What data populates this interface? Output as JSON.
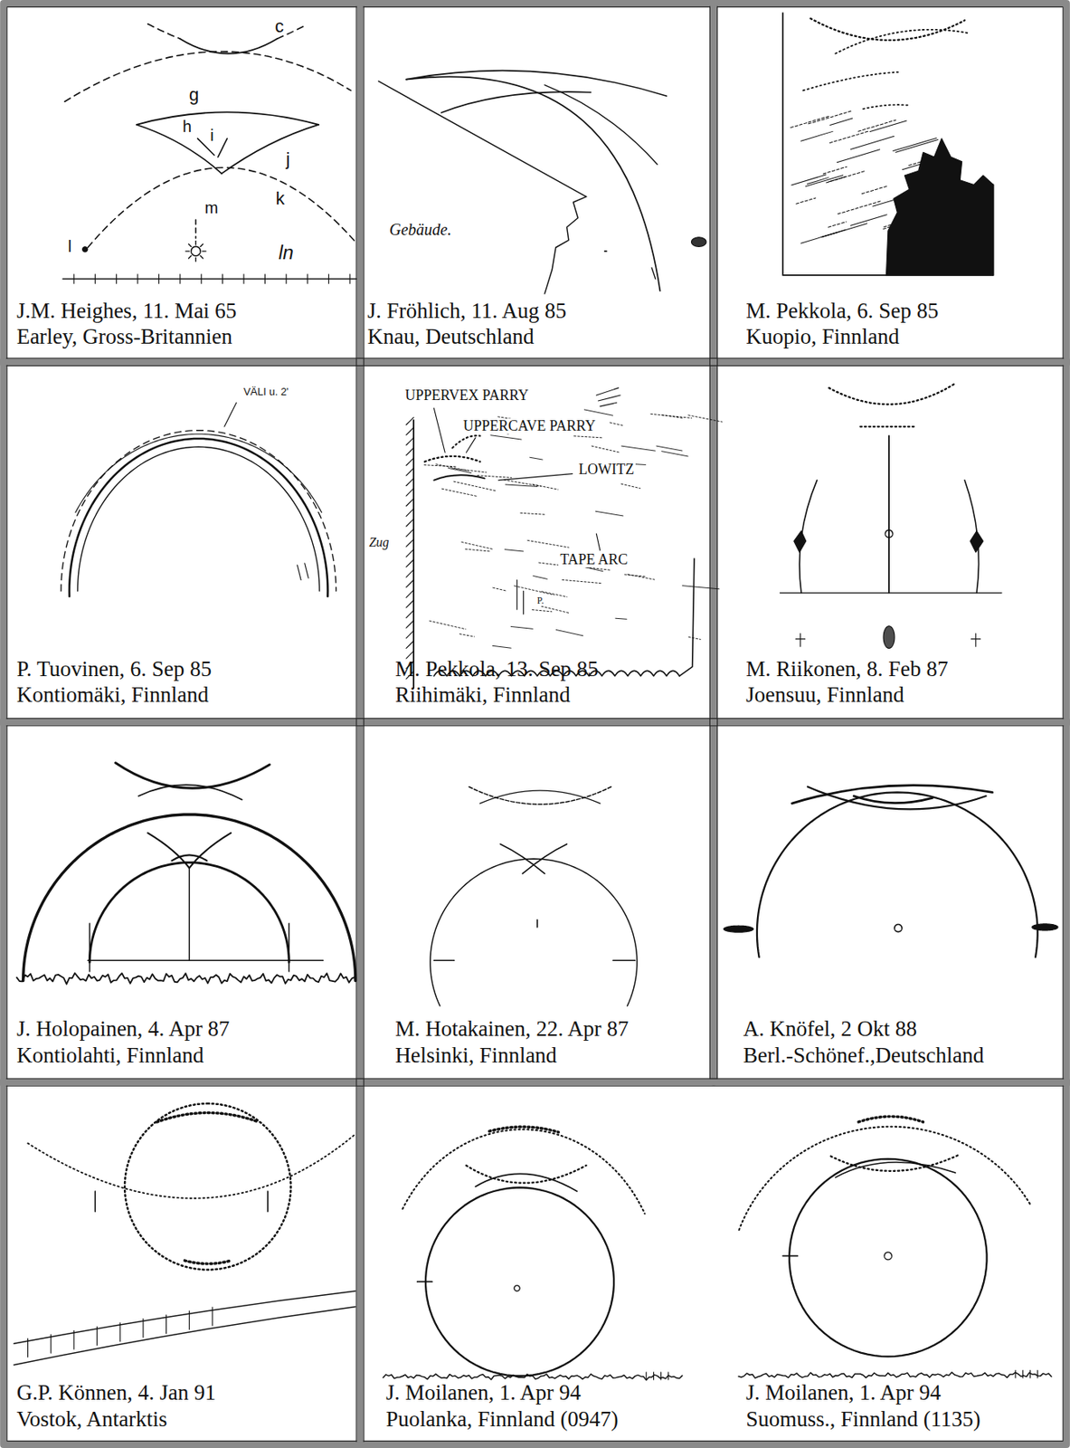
{
  "diagram": {
    "nodes": [
      {
        "text": [
          "J.M. Heighes, 11. Mai 65",
          "Earley, Gross-Britannien"
        ]
      },
      {
        "text": [
          "J. Fröhlich, 11. Aug 85",
          "Knau, Deutschland"
        ]
      },
      {
        "text": [
          "M. Pekkola, 6. Sep 85",
          "Kuopio, Finnland"
        ]
      },
      {
        "text": [
          "P. Tuovinen, 6. Sep 85",
          "Kontiomäki, Finnland"
        ]
      },
      {
        "text": [
          "M. Pekkola, 13. Sep 85",
          "Riihimäki, Finnland"
        ]
      },
      {
        "text": [
          "M. Riikonen, 8. Feb 87",
          "Joensuu, Finnland"
        ]
      },
      {
        "text": [
          "J. Holopainen, 4. Apr 87",
          "Kontiolahti, Finnland"
        ]
      },
      {
        "text": [
          "M. Hotakainen, 22. Apr 87",
          "Helsinki, Finnland"
        ]
      },
      {
        "text": [
          "A. Knöfel, 2 Okt 88",
          "Berl.-Schönef.,Deutschland"
        ]
      },
      {
        "text": [
          "G.P. Können, 4. Jan 91",
          "Vostok, Antarktis"
        ]
      },
      {
        "text": [
          "J. Moilanen, 1. Apr 94",
          "Puolanka, Finnland (0947)"
        ]
      },
      {
        "text": [
          "J. Moilanen, 1. Apr 94",
          "Suomuss., Finnland (1135)"
        ]
      }
    ],
    "labels": [
      "c",
      "g",
      "h",
      "i",
      "j",
      "k",
      "m",
      "l",
      "ln",
      "Gebäude.",
      "VÄLI u. 2'",
      "UPPERVEX PARRY",
      "UPPERCAVE PARRY",
      "LOWITZ",
      "TAPE ARC",
      "Zug",
      "P."
    ]
  }
}
